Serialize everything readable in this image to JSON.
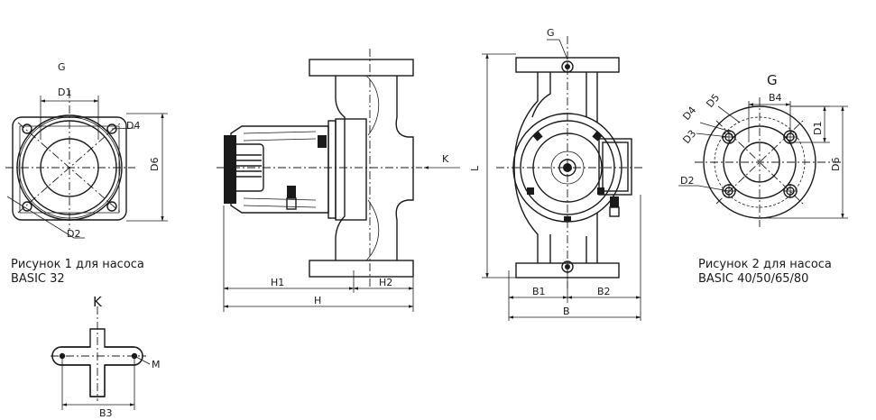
{
  "figure1": {
    "label_g": "G",
    "label_d1": "D1",
    "label_d2": "D2",
    "label_d4": "D4",
    "label_d6": "D6",
    "caption_line1": "Рисунок 1 для насоса",
    "caption_line2": "BASIC 32"
  },
  "flange_detail": {
    "label_k": "K",
    "label_m": "M",
    "label_b3": "B3"
  },
  "side_view": {
    "label_k": "K",
    "label_h1": "H1",
    "label_h2": "H2",
    "label_h": "H"
  },
  "front_view": {
    "label_g": "G",
    "label_l": "L",
    "label_b1": "B1",
    "label_b2": "B2",
    "label_b": "B"
  },
  "figure2": {
    "label_g": "G",
    "label_b4": "B4",
    "label_d1": "D1",
    "label_d2": "D2",
    "label_d3": "D3",
    "label_d4": "D4",
    "label_d5": "D5",
    "label_d6": "D6",
    "caption_line1": "Рисунок 2 для насоса",
    "caption_line2": "BASIC 40/50/65/80"
  }
}
